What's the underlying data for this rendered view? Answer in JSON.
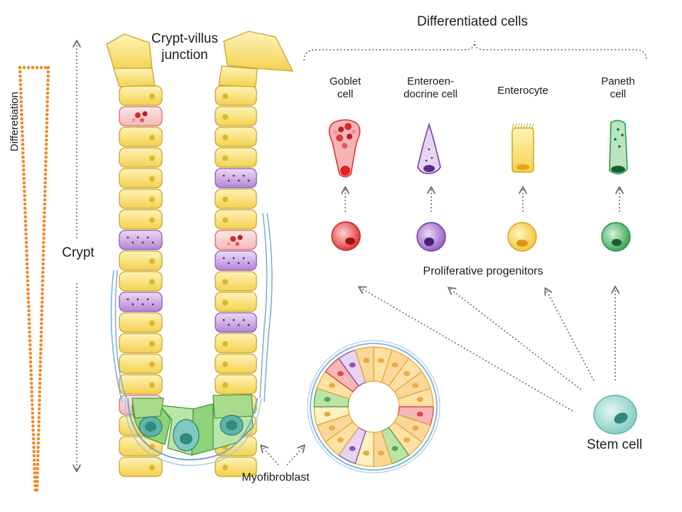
{
  "labels": {
    "crypt_villus_junction_line1": "Crypt-villus",
    "crypt_villus_junction_line2": "junction",
    "crypt": "Crypt",
    "differentiation": "Differetiation",
    "myofibroblast": "Myofibroblast",
    "stem_cell": "Stem cell",
    "proliferative_progenitors": "Proliferative progenitors",
    "differentiated_cells": "Differentiated cells"
  },
  "differentiated_cells": [
    {
      "line1": "Goblet",
      "line2": "cell",
      "color": "#d82a2a",
      "icon": "goblet-cell-icon"
    },
    {
      "line1": "Enteroen-",
      "line2": "docrine cell",
      "color": "#7b3fa6",
      "icon": "enteroendocrine-cell-icon"
    },
    {
      "line1": "Enterocyte",
      "line2": "",
      "color": "#f0c020",
      "icon": "enterocyte-icon"
    },
    {
      "line1": "Paneth",
      "line2": "cell",
      "color": "#2e9a4a",
      "icon": "paneth-cell-icon"
    }
  ],
  "colors": {
    "arrow": "#6a6a6a",
    "differentiation_dots": "#f08a2a",
    "stem_cell": "#9fd8cf",
    "myofibroblast": "#7fb0d6",
    "crypt_base_green": "#7ac46a",
    "enterocyte_yellow": "#f6dc6a"
  }
}
